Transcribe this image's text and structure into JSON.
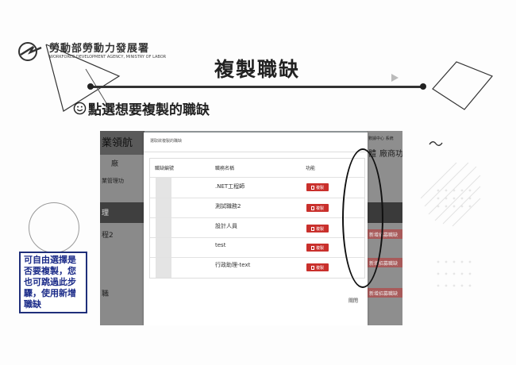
{
  "logo": {
    "title": "勞動部勞動力發展署",
    "subtitle": "WORKFORCE DEVELOPMENT AGENCY, MINISTRY OF LABOR"
  },
  "slide": {
    "title": "複製職缺",
    "subtitle": "點選想要複製的職缺"
  },
  "background_page": {
    "brand_fragment": "業領航",
    "left_items": [
      "廠",
      "業管理功",
      "理",
      "程2",
      "職"
    ],
    "right_items": [
      "體",
      "廠商功",
      "數據中心 系統"
    ],
    "right_buttons": [
      "新增招募職缺",
      "新增招募職缺",
      "新增招募職缺"
    ]
  },
  "modal": {
    "title": "選取欲複製的職缺",
    "headers": [
      "職缺編號",
      "職務名稱",
      "功能"
    ],
    "rows": [
      {
        "name": ".NET工程師",
        "action": "複製"
      },
      {
        "name": "測試職務2",
        "action": "複製"
      },
      {
        "name": "設計人員",
        "action": "複製"
      },
      {
        "name": "test",
        "action": "複製"
      },
      {
        "name": "行政助理-text",
        "action": "複製"
      }
    ],
    "close_label": "關閉"
  },
  "callout": {
    "text": "可自由選擇是否要複製，您也可跳過此步驟，使用新增職缺"
  },
  "colors": {
    "copy_button": "#c9302c",
    "callout_border": "#1f2f7a",
    "callout_text": "#1a2a88"
  }
}
